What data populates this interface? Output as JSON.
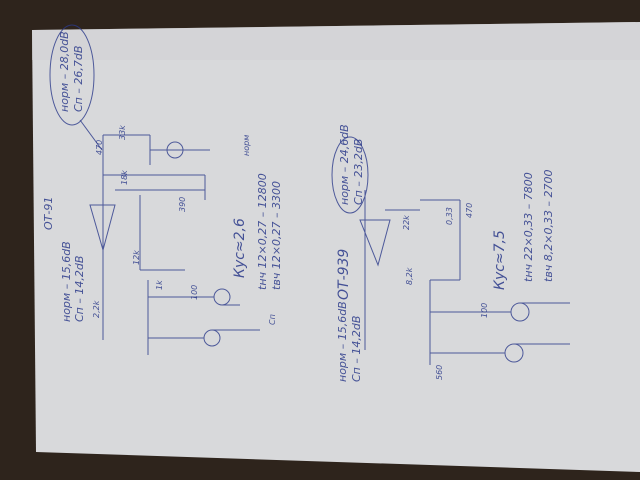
{
  "paper_colors": {
    "background": "#2e241c",
    "paper": "#d9dadc",
    "ink": "#2b3a8a"
  },
  "left_circuit": {
    "model": "ОТ-91",
    "output_note": [
      "норм – 28,0dB",
      "Сп – 26,7dB"
    ],
    "input_note": [
      "норм – 15,6dB",
      "Сп – 14,2dB"
    ],
    "gain": "Кус≈2,6",
    "calc": [
      "tнч 12×0,27 – 12800",
      "tвч 12×0,27 – 3300"
    ],
    "parts": [
      "2,2k",
      "470",
      "33k",
      "18k",
      "12k",
      "390",
      "1k",
      "100",
      "норм",
      "Сп"
    ]
  },
  "right_circuit": {
    "model": "ОТ-939",
    "output_note": [
      "норм – 24,6dB",
      "Сп – 23,2dB"
    ],
    "input_note": [
      "норм – 15,6dB",
      "Сп – 14,2dB"
    ],
    "gain": "Кус≈7,5",
    "calc": [
      "tнч 22×0,33 – 7800",
      "tвч 8,2×0,33 – 2700"
    ],
    "parts": [
      "22k",
      "8,2k",
      "0,33",
      "470",
      "560",
      "100"
    ]
  }
}
